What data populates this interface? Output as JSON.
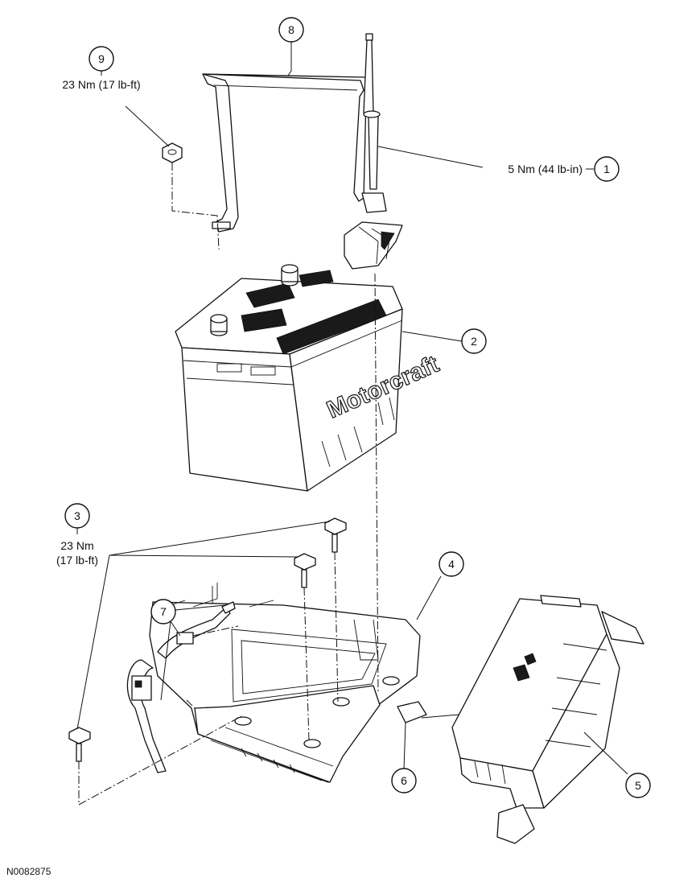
{
  "callouts": {
    "c1": "1",
    "c2": "2",
    "c3": "3",
    "c4": "4",
    "c5": "5",
    "c6": "6",
    "c7": "7",
    "c8": "8",
    "c9": "9"
  },
  "specs": {
    "torque_1": "5 Nm (44 lb-in)",
    "torque_9": "23 Nm (17 lb-ft)",
    "torque_3_line1": "23 Nm",
    "torque_3_line2": "(17 lb-ft)"
  },
  "battery_brand": "Motorcraft",
  "figure_ref": "N0082875"
}
